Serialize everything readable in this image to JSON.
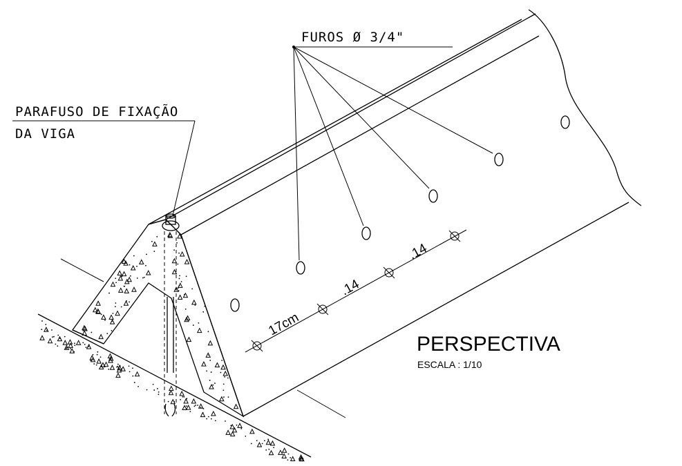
{
  "labels": {
    "holes": "FUROS Ø 3/4\"",
    "bolt_line1": "PARAFUSO DE FIXAÇÃO",
    "bolt_line2": "DA VIGA"
  },
  "dimensions": {
    "first": "17cm",
    "second": ".14",
    "third": ".14"
  },
  "title": {
    "main": "PERSPECTIVA",
    "scale": "ESCALA : 1/10"
  }
}
